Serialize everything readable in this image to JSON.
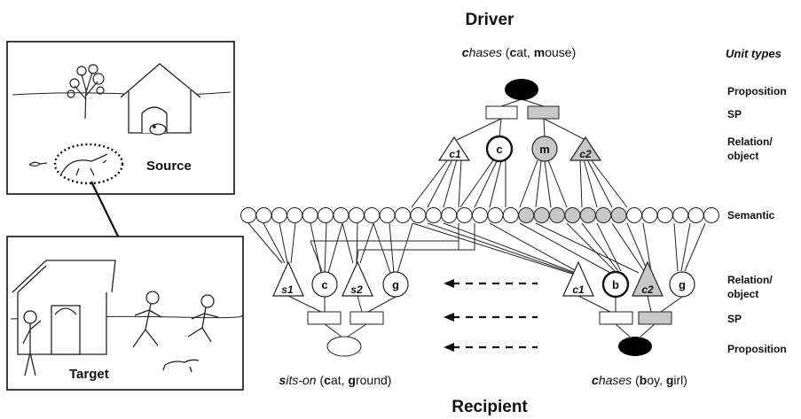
{
  "titles": {
    "top": "Driver",
    "bottom": "Recipient"
  },
  "scenes": {
    "source": "Source",
    "target": "Target"
  },
  "driver": {
    "prop_label": {
      "prefix": "c",
      "rest": "hases",
      "args_open": " (",
      "a1b": "c",
      "a1r": "at",
      "sep": ", ",
      "a2b": "m",
      "a2r": "ouse",
      "close": ")"
    },
    "roles": [
      "c1",
      "c2"
    ],
    "objects": [
      "c",
      "m"
    ]
  },
  "recipient": {
    "left_label": {
      "prefix": "s",
      "rest": "its-on",
      "args_open": " (",
      "a1b": "c",
      "a1r": "at",
      "sep": ", ",
      "a2b": "g",
      "a2r": "round",
      "close": ")"
    },
    "right_label": {
      "prefix": "c",
      "rest": "hases",
      "args_open": " (",
      "a1b": "b",
      "a1r": "oy",
      "sep": ", ",
      "a2b": "g",
      "a2r": "irl",
      "close": ")"
    },
    "left_roles": [
      "s1",
      "s2"
    ],
    "left_objects": [
      "c",
      "g"
    ],
    "right_roles": [
      "c1",
      "c2"
    ],
    "right_objects": [
      "b",
      "g"
    ]
  },
  "unit_types": {
    "heading": "Unit types",
    "labels": [
      "Proposition",
      "SP",
      "Relation/",
      "object",
      "Semantic",
      "Relation/",
      "object",
      "SP",
      "Proposition"
    ]
  },
  "colors": {
    "active_fill": "#c8c8c8",
    "proposition_fill": "#000000",
    "stroke": "#222222"
  }
}
